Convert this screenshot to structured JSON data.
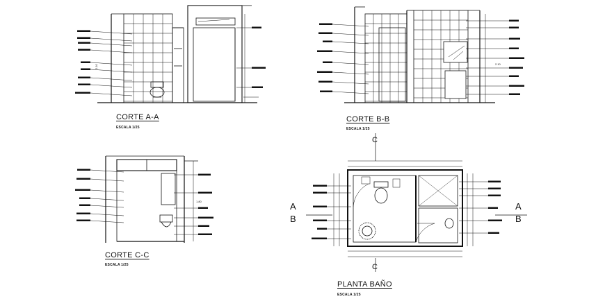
{
  "drawing": {
    "views": [
      {
        "title": "CORTE A-A",
        "scale": "ESCALA 1/25"
      },
      {
        "title": "CORTE B-B",
        "scale": "ESCALA 1/25"
      },
      {
        "title": "CORTE C-C",
        "scale": "ESCALA 1/25"
      },
      {
        "title": "PLANTA BAÑO",
        "scale": "ESCALA 1/25"
      }
    ],
    "section_marks": {
      "a_left_top": "A",
      "a_left_bottom": "B",
      "a_right_top": "A",
      "a_right_bottom": "B",
      "c_top": "C",
      "c_bottom": "C"
    },
    "dimensions": {
      "a_height": "2.10",
      "c_height": "1.80",
      "b_height": "2.10"
    }
  }
}
